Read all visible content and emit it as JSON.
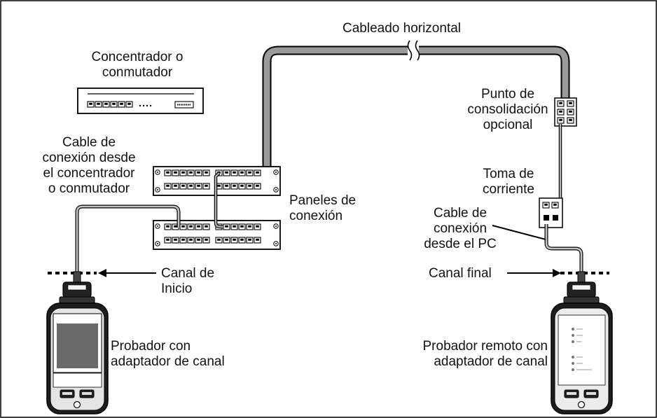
{
  "labels": {
    "hub": "Concentrador o\nconmutador",
    "horizontal_cabling": "Cableado horizontal",
    "consolidation_point": "Punto de\nconsolidación\nopcional",
    "hub_patch_cable": "Cable de\nconexión desde\nel concentrador\no conmutador",
    "patch_panels": "Paneles de\nconexión",
    "outlet": "Toma de\ncorriente",
    "pc_patch_cable": "Cable de\nconexión\ndesde el PC",
    "start_channel": "Canal de\nInicio",
    "end_channel": "Canal final",
    "main_tester": "Probador con\nadaptador de canal",
    "remote_tester": "Probador remoto con\nadaptador de canal"
  }
}
